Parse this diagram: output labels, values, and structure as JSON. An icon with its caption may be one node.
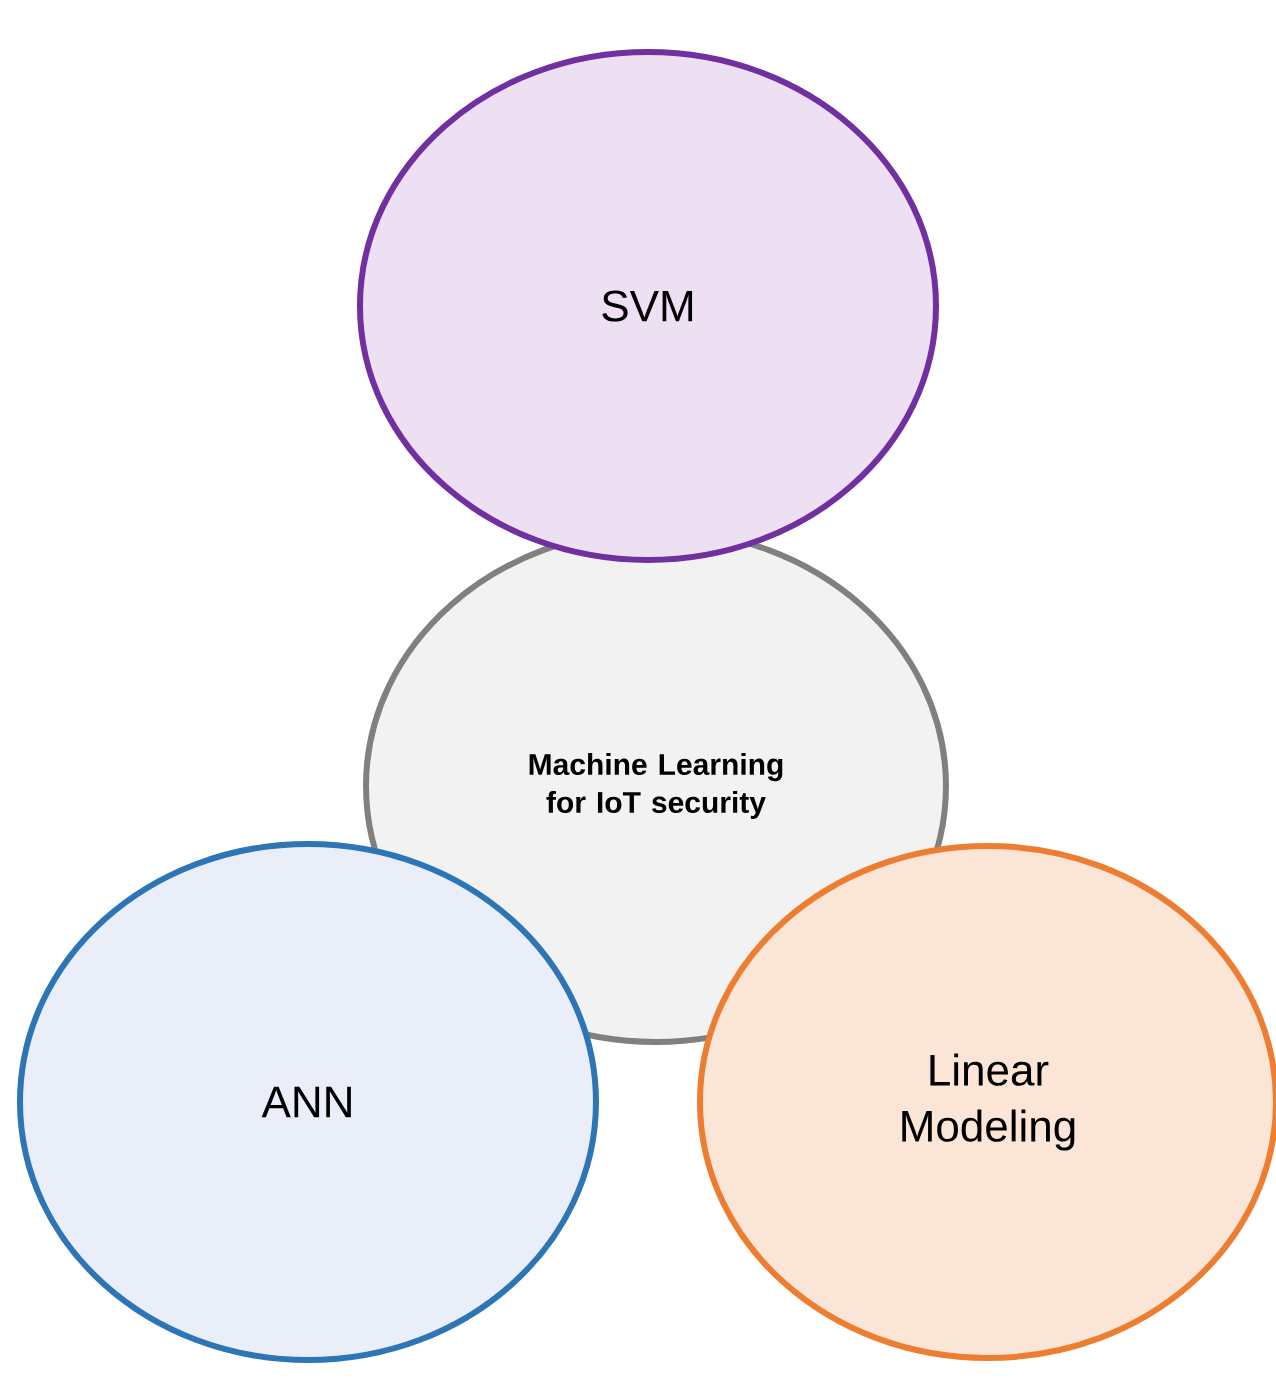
{
  "diagram": {
    "nodes": [
      {
        "text": [
          "SVM"
        ]
      },
      {
        "text": [
          "Machine Learning for IoT security"
        ]
      },
      {
        "text": [
          "ANN"
        ]
      },
      {
        "text": [
          "Linear Modeling"
        ]
      }
    ]
  }
}
